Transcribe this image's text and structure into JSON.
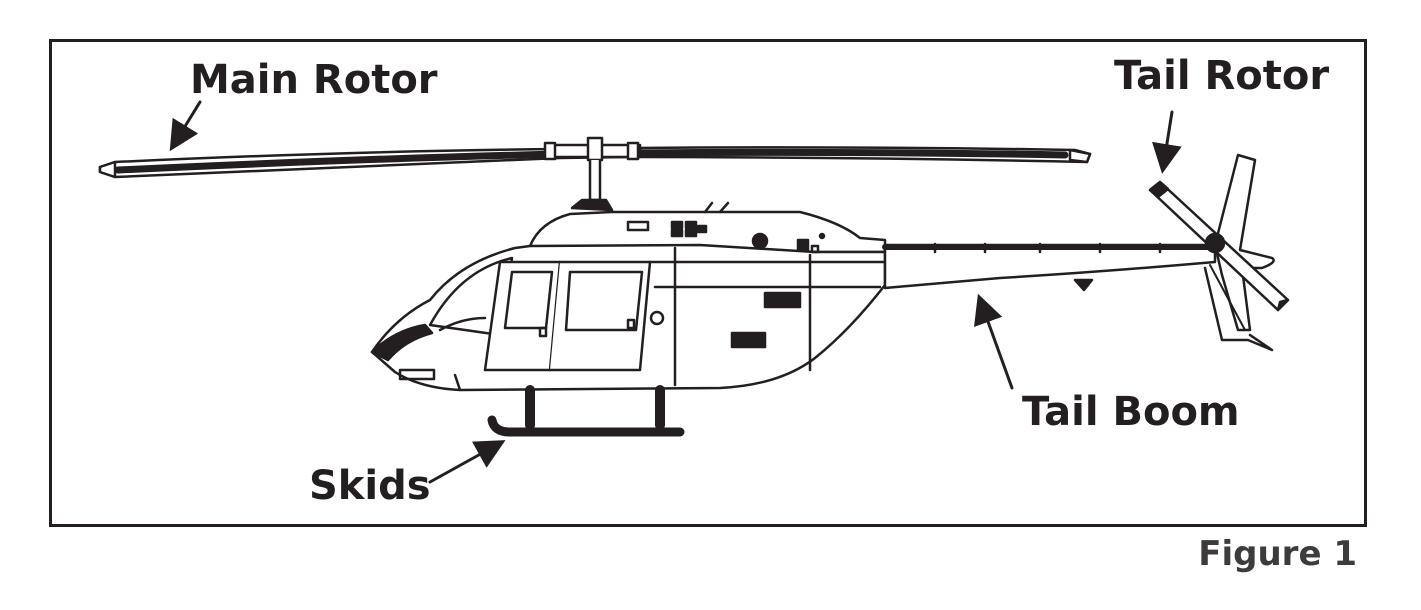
{
  "labels": {
    "main_rotor": "Main Rotor",
    "tail_rotor": "Tail Rotor",
    "tail_boom": "Tail Boom",
    "skids": "Skids"
  },
  "caption": "Figure 1",
  "colors": {
    "ink": "#231f20",
    "caption": "#3d3b3c",
    "background": "#ffffff"
  }
}
